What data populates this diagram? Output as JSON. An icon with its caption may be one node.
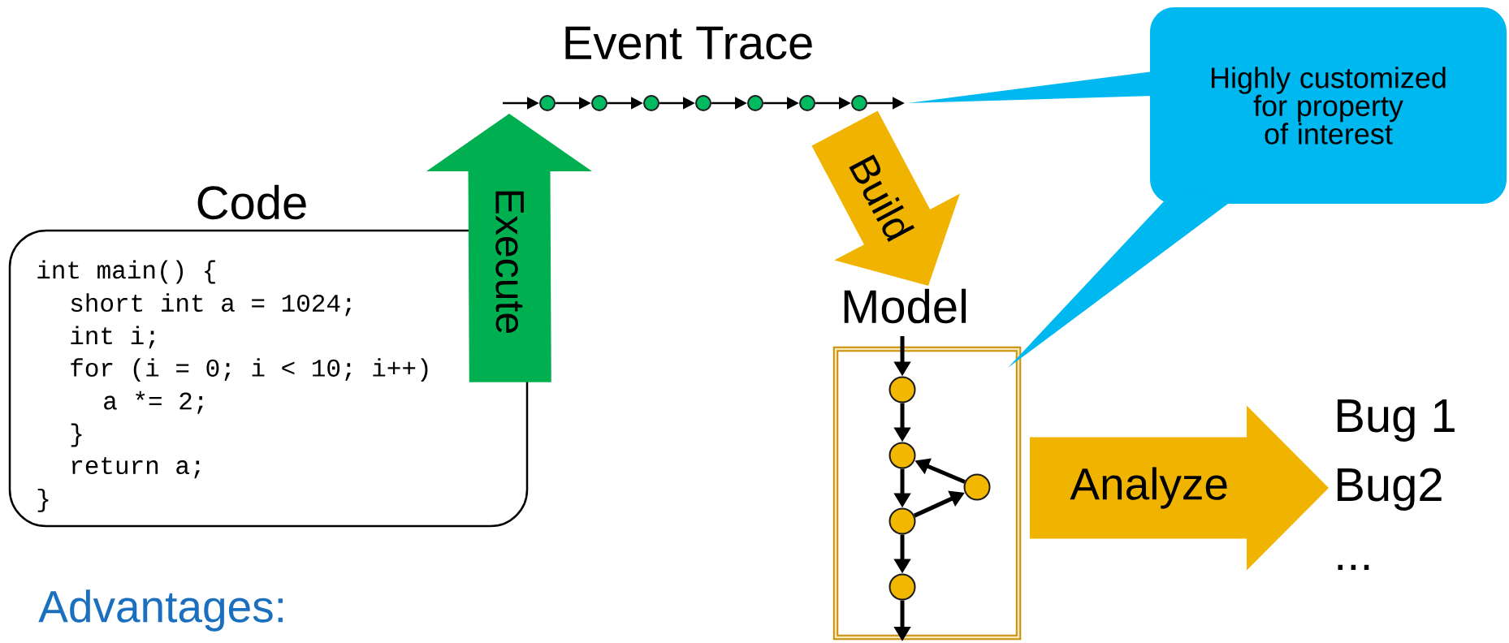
{
  "diagram": {
    "nodes": [
      {
        "text": [
          "Code",
          "int main() {",
          "short int a = 1024;",
          "int i;",
          "for (i = 0; i < 10; i++)",
          "a *= 2;",
          "}",
          "return a;",
          "}"
        ]
      },
      {
        "text": [
          "Event Trace"
        ]
      },
      {
        "text": [],
        "shape": "circle",
        "in": 1
      },
      {
        "text": [],
        "shape": "circle",
        "in": 1
      },
      {
        "text": [],
        "shape": "circle",
        "in": 1
      },
      {
        "text": [],
        "shape": "circle",
        "in": 1
      },
      {
        "text": [],
        "shape": "circle",
        "in": 1
      },
      {
        "text": [],
        "shape": "circle",
        "in": 1
      },
      {
        "text": [],
        "shape": "circle",
        "in": 1
      },
      {
        "text": [
          "Highly customized for property of interest"
        ]
      },
      {
        "text": [
          "Model"
        ]
      },
      {
        "text": [],
        "shape": "circle",
        "in": 10
      },
      {
        "text": [],
        "shape": "circle",
        "in": 10
      },
      {
        "text": [],
        "shape": "circle",
        "in": 10
      },
      {
        "text": [],
        "shape": "circle",
        "in": 10
      },
      {
        "text": [],
        "shape": "circle",
        "in": 10
      },
      {
        "text": [
          "Bug 1",
          "Bug2",
          "..."
        ]
      }
    ],
    "edges": [
      {
        "from": 0,
        "to": 1,
        "arrow": "to",
        "label": "Execute",
        "style": "thick",
        "color": "#00b050"
      },
      {
        "from": 1,
        "to": 10,
        "arrow": "to",
        "label": "Build",
        "style": "thick",
        "color": "#f0b400"
      },
      {
        "from": 10,
        "to": 16,
        "arrow": "to",
        "label": "Analyze",
        "style": "thick",
        "color": "#f0b400"
      },
      {
        "from": null,
        "to": 2,
        "arrow": "to"
      },
      {
        "from": 2,
        "to": 3,
        "arrow": "to"
      },
      {
        "from": 3,
        "to": 4,
        "arrow": "to"
      },
      {
        "from": 4,
        "to": 5,
        "arrow": "to"
      },
      {
        "from": 5,
        "to": 6,
        "arrow": "to"
      },
      {
        "from": 6,
        "to": 7,
        "arrow": "to"
      },
      {
        "from": 7,
        "to": 8,
        "arrow": "to"
      },
      {
        "from": 8,
        "to": null,
        "arrow": "to"
      },
      {
        "from": 9,
        "to": 1,
        "arrow": "none",
        "color": "#00b8f0"
      },
      {
        "from": 9,
        "to": 10,
        "arrow": "none",
        "color": "#00b8f0"
      },
      {
        "from": null,
        "to": 11,
        "arrow": "to"
      },
      {
        "from": 11,
        "to": 12,
        "arrow": "to"
      },
      {
        "from": 12,
        "to": 14,
        "arrow": "to"
      },
      {
        "from": 14,
        "to": 13,
        "arrow": "to"
      },
      {
        "from": 13,
        "to": 12,
        "arrow": "to"
      },
      {
        "from": 14,
        "to": 15,
        "arrow": "to"
      },
      {
        "from": 15,
        "to": null,
        "arrow": "to"
      }
    ],
    "labels": [
      "Advantages:"
    ]
  }
}
